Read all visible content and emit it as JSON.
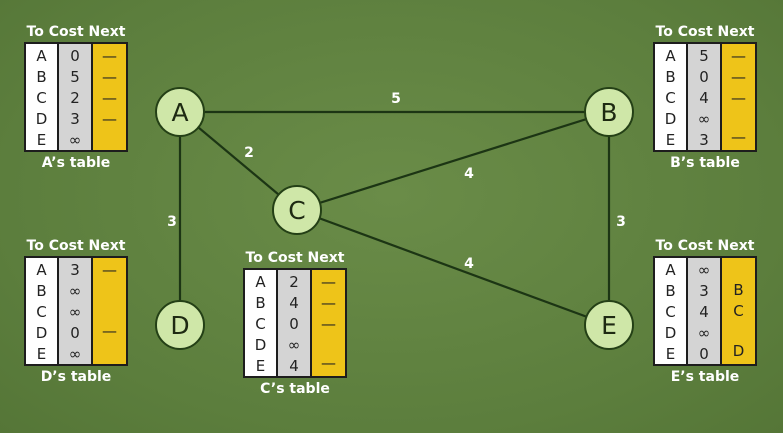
{
  "header_labels": {
    "to": "To",
    "cost": "Cost",
    "next": "Next"
  },
  "nodes": [
    {
      "id": "A",
      "label": "A"
    },
    {
      "id": "B",
      "label": "B"
    },
    {
      "id": "C",
      "label": "C"
    },
    {
      "id": "D",
      "label": "D"
    },
    {
      "id": "E",
      "label": "E"
    }
  ],
  "edges": [
    {
      "from": "A",
      "to": "B",
      "cost": "5"
    },
    {
      "from": "A",
      "to": "C",
      "cost": "2"
    },
    {
      "from": "A",
      "to": "D",
      "cost": "3"
    },
    {
      "from": "C",
      "to": "B",
      "cost": "4"
    },
    {
      "from": "C",
      "to": "E",
      "cost": "4"
    },
    {
      "from": "B",
      "to": "E",
      "cost": "3"
    }
  ],
  "tables": [
    {
      "id": "A",
      "title": "A’s table",
      "rows": [
        {
          "to": "A",
          "cost": "0",
          "next": "—"
        },
        {
          "to": "B",
          "cost": "5",
          "next": "—"
        },
        {
          "to": "C",
          "cost": "2",
          "next": "—"
        },
        {
          "to": "D",
          "cost": "3",
          "next": "—"
        },
        {
          "to": "E",
          "cost": "∞",
          "next": ""
        }
      ]
    },
    {
      "id": "B",
      "title": "B’s table",
      "rows": [
        {
          "to": "A",
          "cost": "5",
          "next": "—"
        },
        {
          "to": "B",
          "cost": "0",
          "next": "—"
        },
        {
          "to": "C",
          "cost": "4",
          "next": "—"
        },
        {
          "to": "D",
          "cost": "∞",
          "next": ""
        },
        {
          "to": "E",
          "cost": "3",
          "next": "—"
        }
      ]
    },
    {
      "id": "C",
      "title": "C’s table",
      "rows": [
        {
          "to": "A",
          "cost": "2",
          "next": "—"
        },
        {
          "to": "B",
          "cost": "4",
          "next": "—"
        },
        {
          "to": "C",
          "cost": "0",
          "next": "—"
        },
        {
          "to": "D",
          "cost": "∞",
          "next": ""
        },
        {
          "to": "E",
          "cost": "4",
          "next": "—"
        }
      ]
    },
    {
      "id": "D",
      "title": "D’s table",
      "rows": [
        {
          "to": "A",
          "cost": "3",
          "next": "—"
        },
        {
          "to": "B",
          "cost": "∞",
          "next": ""
        },
        {
          "to": "C",
          "cost": "∞",
          "next": ""
        },
        {
          "to": "D",
          "cost": "0",
          "next": "—"
        },
        {
          "to": "E",
          "cost": "∞",
          "next": ""
        }
      ]
    },
    {
      "id": "E",
      "title": "E’s table",
      "rows": [
        {
          "to": "A",
          "cost": "∞",
          "next": ""
        },
        {
          "to": "B",
          "cost": "3",
          "next": "B"
        },
        {
          "to": "C",
          "cost": "4",
          "next": "C"
        },
        {
          "to": "D",
          "cost": "∞",
          "next": ""
        },
        {
          "to": "E",
          "cost": "0",
          "next": "D"
        }
      ]
    }
  ],
  "colors": {
    "background": "#5f8240",
    "node_fill": "#cfe7a8",
    "edge": "#1c3514",
    "next_column": "#eec419",
    "cost_column": "#d4d4d4"
  }
}
